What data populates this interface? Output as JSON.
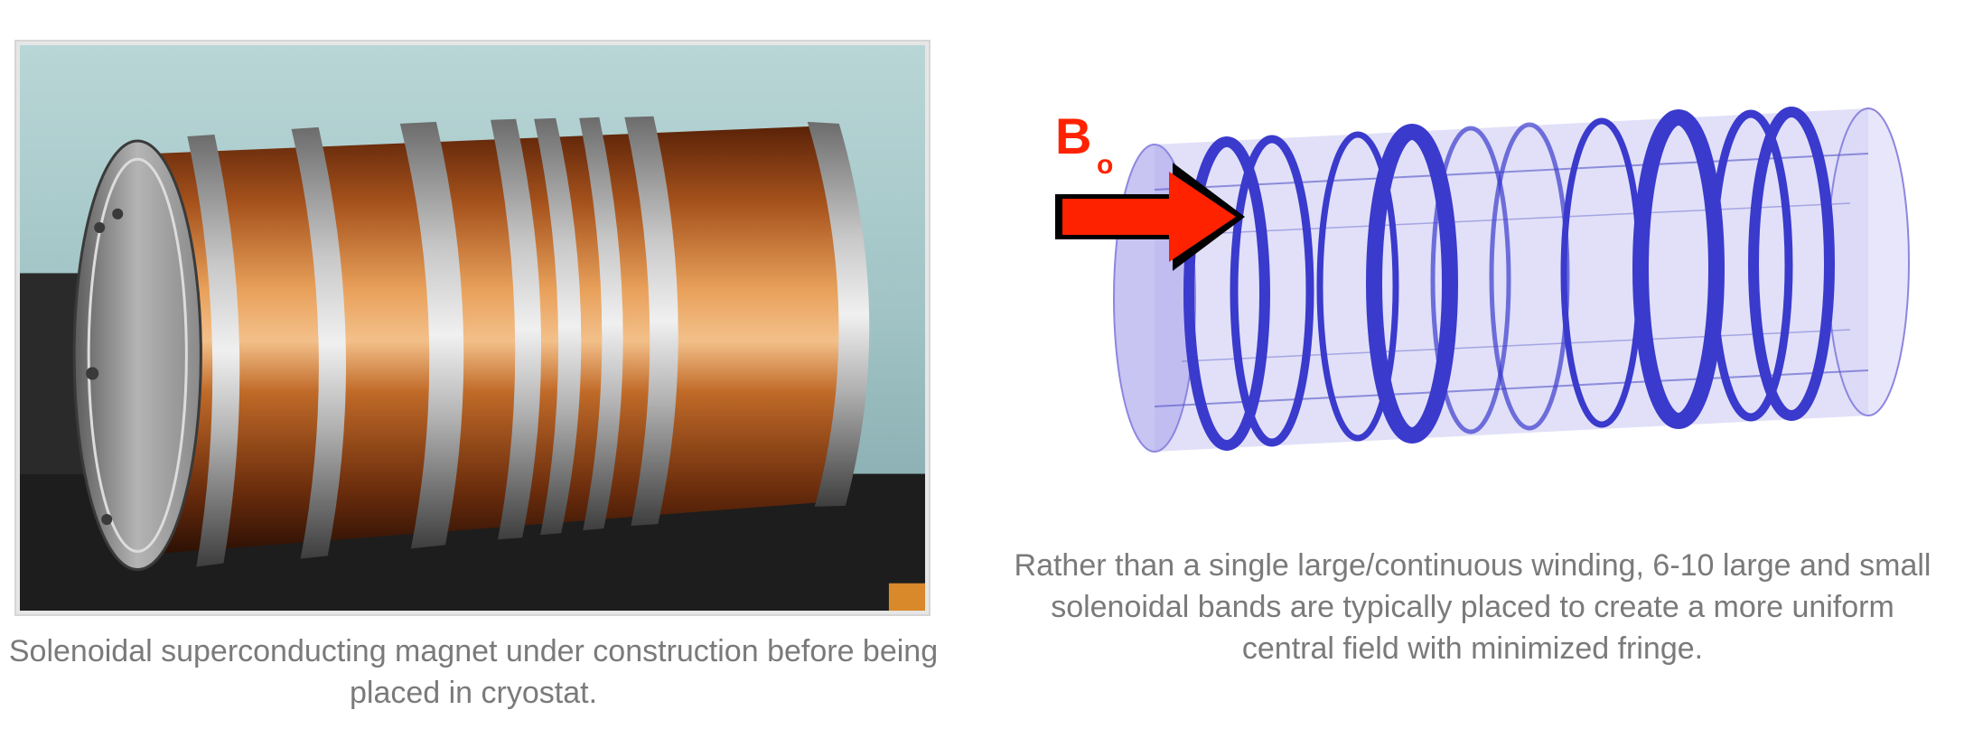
{
  "left_figure": {
    "caption": "Solenoidal superconducting magnet under construction before being placed in cryostat."
  },
  "right_figure": {
    "field_label": "B",
    "field_label_subscript": "o",
    "caption": "Rather than a single large/continuous winding, 6-10 large and small solenoidal bands are typically placed to create a more uniform central field with minimized fringe."
  }
}
